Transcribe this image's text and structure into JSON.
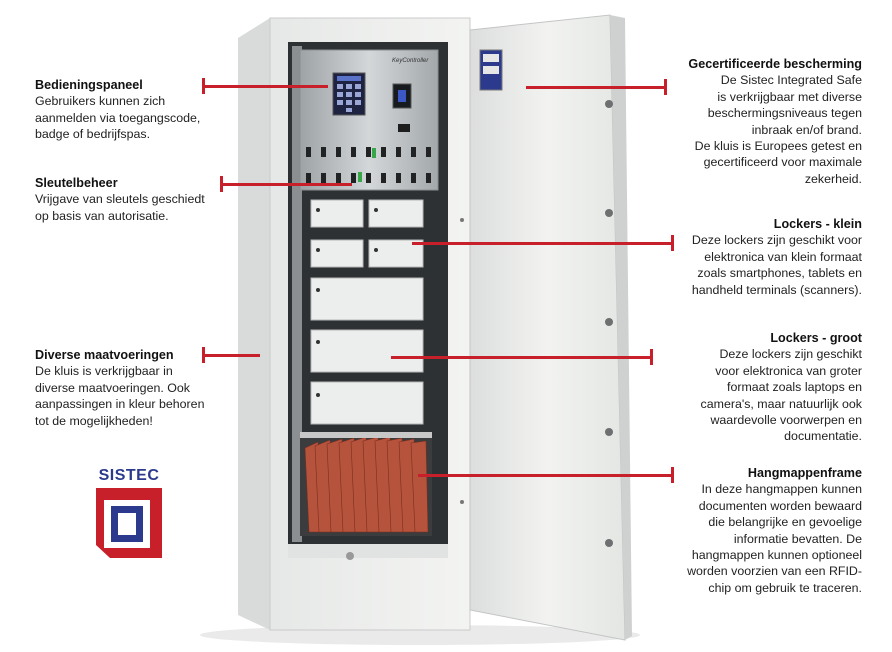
{
  "brand": {
    "name": "SISTEC",
    "primary_color": "#c8202a",
    "secondary_color": "#2b3a8c"
  },
  "safe_panel": {
    "panel_brand": "KeyController"
  },
  "callouts": {
    "bedieningspaneel": {
      "title": "Bedieningspaneel",
      "lines": [
        "Gebruikers kunnen zich",
        "aanmelden via toegangscode,",
        "badge of bedrijfspas."
      ]
    },
    "sleutelbeheer": {
      "title": "Sleutelbeheer",
      "lines": [
        "Vrijgave van sleutels geschiedt",
        "op basis van autorisatie."
      ]
    },
    "maatvoeringen": {
      "title": "Diverse maatvoeringen",
      "lines": [
        "De kluis is verkrijgbaar in",
        "diverse maatvoeringen. Ook",
        "aanpassingen in kleur behoren",
        "tot de mogelijkheden!"
      ]
    },
    "bescherming": {
      "title": "Gecertificeerde bescherming",
      "lines": [
        "De Sistec Integrated Safe",
        "is verkrijgbaar met diverse",
        "beschermingsniveaus tegen",
        "inbraak en/of brand.",
        "De kluis is Europees getest en",
        "gecertificeerd voor maximale",
        "zekerheid."
      ]
    },
    "lockers_klein": {
      "title": "Lockers - klein",
      "lines": [
        "Deze lockers zijn geschikt voor",
        "elektronica van klein formaat",
        "zoals smartphones, tablets en",
        "handheld terminals (scanners)."
      ]
    },
    "lockers_groot": {
      "title": "Lockers - groot",
      "lines": [
        "Deze lockers zijn geschikt",
        "voor elektronica van groter",
        "formaat zoals laptops en",
        "camera's, maar natuurlijk ook",
        "waardevolle voorwerpen en",
        "documentatie."
      ]
    },
    "hangmappen": {
      "title": "Hangmappenframe",
      "lines": [
        "In deze hangmappen kunnen",
        "documenten worden bewaard",
        "die belangrijke en gevoelige",
        "informatie bevatten. De",
        "hangmappen kunnen optioneel",
        "worden voorzien van een RFID-",
        "chip om gebruik te traceren."
      ]
    }
  }
}
